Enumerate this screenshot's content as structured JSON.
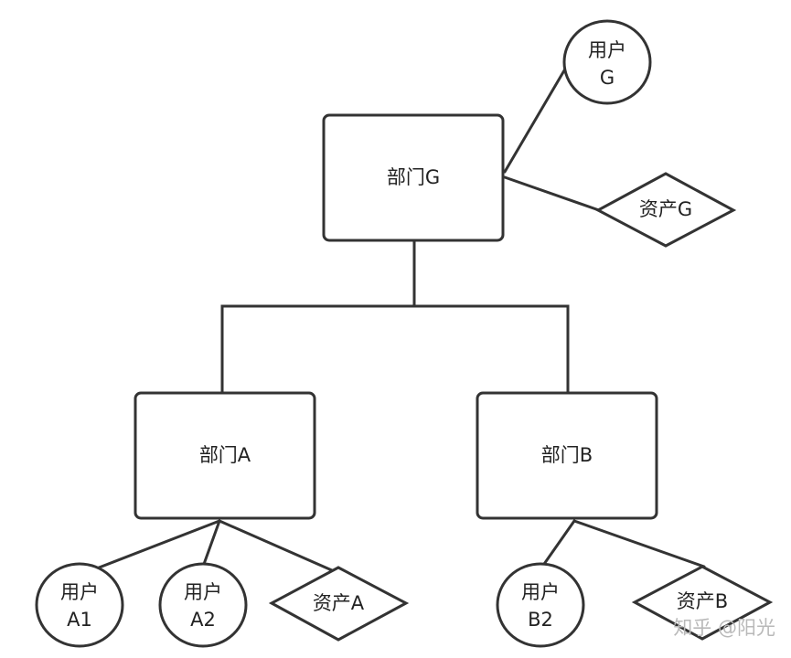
{
  "nodes": {
    "dept_g": {
      "label": "部门G"
    },
    "dept_a": {
      "label": "部门A"
    },
    "dept_b": {
      "label": "部门B"
    },
    "user_g": {
      "line1": "用户",
      "line2": "G"
    },
    "asset_g": {
      "label": "资产G"
    },
    "user_a1": {
      "line1": "用户",
      "line2": "A1"
    },
    "user_a2": {
      "line1": "用户",
      "line2": "A2"
    },
    "asset_a": {
      "label": "资产A"
    },
    "user_b2": {
      "line1": "用户",
      "line2": "B2"
    },
    "asset_b": {
      "label": "资产B"
    }
  },
  "edges": [
    [
      "dept_g",
      "user_g"
    ],
    [
      "dept_g",
      "asset_g"
    ],
    [
      "dept_g",
      "dept_a"
    ],
    [
      "dept_g",
      "dept_b"
    ],
    [
      "dept_a",
      "user_a1"
    ],
    [
      "dept_a",
      "user_a2"
    ],
    [
      "dept_a",
      "asset_a"
    ],
    [
      "dept_b",
      "user_b2"
    ],
    [
      "dept_b",
      "asset_b"
    ]
  ],
  "watermark": "知乎 @阳光"
}
